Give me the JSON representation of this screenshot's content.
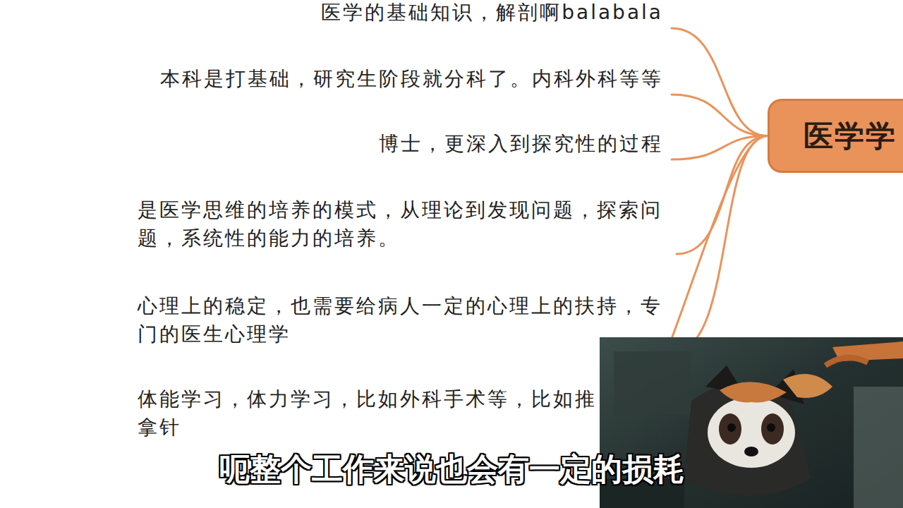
{
  "diagram": {
    "nodes": [
      {
        "text": [
          "医学学"
        ]
      },
      {
        "text": [
          "医学的基础知识，解剖啊balabala"
        ]
      },
      {
        "text": [
          "本科是打基础，研究生阶段就分科了。内科外科等等"
        ]
      },
      {
        "text": [
          "博士，更深入到探究性的过程"
        ]
      },
      {
        "text": [
          "是医学思维的培养的模式，从理论到发现问题，探索问题，系统性的能力的培养。"
        ]
      },
      {
        "text": [
          "心理上的稳定，也需要给病人一定的心理上的扶持，专门的医生心理学"
        ]
      },
      {
        "text": [
          "体能学习，体力学习，比如外科手术等，比如推拿针"
        ]
      }
    ],
    "edges": [
      {
        "from": 0,
        "to": 1,
        "arrow": "none"
      },
      {
        "from": 0,
        "to": 2,
        "arrow": "none"
      },
      {
        "from": 0,
        "to": 3,
        "arrow": "none"
      },
      {
        "from": 0,
        "to": 4,
        "arrow": "none"
      },
      {
        "from": 0,
        "to": 5,
        "arrow": "none"
      },
      {
        "from": 0,
        "to": 6,
        "arrow": "none"
      }
    ],
    "labels": [
      "呃整个工作来说也会有一定的损耗"
    ]
  }
}
